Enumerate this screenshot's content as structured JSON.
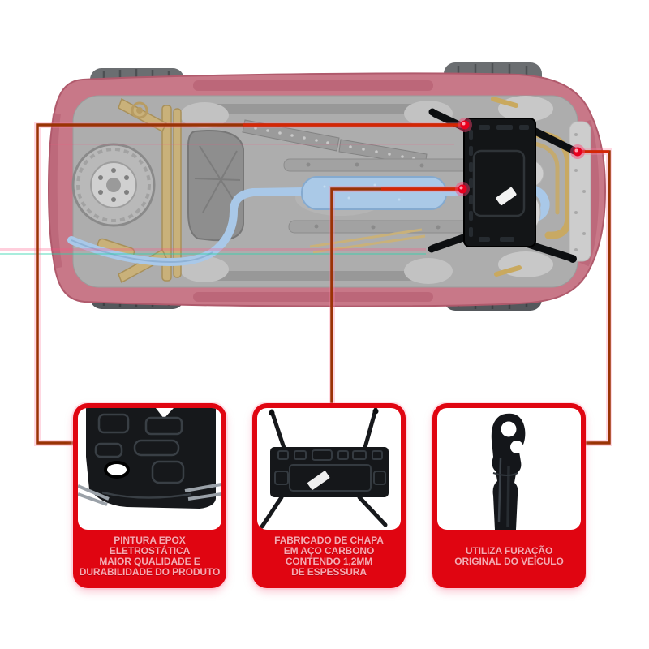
{
  "theme": {
    "card-red": "#e00511",
    "banner-red": "#e00511",
    "text-pink": "#f6aab2",
    "line-color": "#9a3305",
    "line-bright": "#d42605",
    "dot-color": "#e8001e",
    "dot-glow": "#ff4070",
    "body-pink": "#c87888",
    "body-pink-dark": "#b05a6c",
    "underbody-gray": "#adadad",
    "exhaust-blue": "#a9c8e8",
    "component-tan": "#c9b17a",
    "product-black": "#131517"
  },
  "illustration": {
    "subject": "car underbody bottom view with highlighted engine skid plate product",
    "markers": [
      {
        "name": "marker-skid-plate-top-mount"
      },
      {
        "name": "marker-skid-plate-left-edge"
      },
      {
        "name": "marker-mounting-arm-end"
      }
    ]
  },
  "callouts": [
    {
      "id": "epoxy-paint",
      "text": "PINTURA EPOX\nELETROSTÁTICA\nMAIOR QUALIDADE E\nDURABILIDADE DO PRODUTO"
    },
    {
      "id": "carbon-steel",
      "text": "FABRICADO DE CHAPA\nEM AÇO CARBONO\nCONTENDO 1,2MM\nDE ESPESSURA"
    },
    {
      "id": "original-holes",
      "text": "UTILIZA FURAÇÃO\nORIGINAL DO VEÍCULO"
    }
  ]
}
